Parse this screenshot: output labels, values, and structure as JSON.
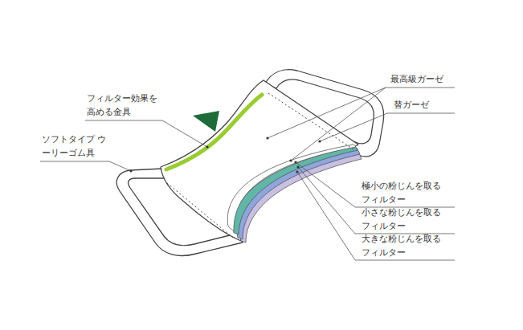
{
  "diagram": {
    "labels": [
      "フィルター効果を 高める金具",
      "ソフトタイプ ウーリーゴム具",
      "最高級ガーゼ",
      "替ガーゼ",
      "極小の粉じんを取る フィルター",
      "小さな粉じんを取る フィルター",
      "大きな粉じんを取る フィルター"
    ]
  }
}
